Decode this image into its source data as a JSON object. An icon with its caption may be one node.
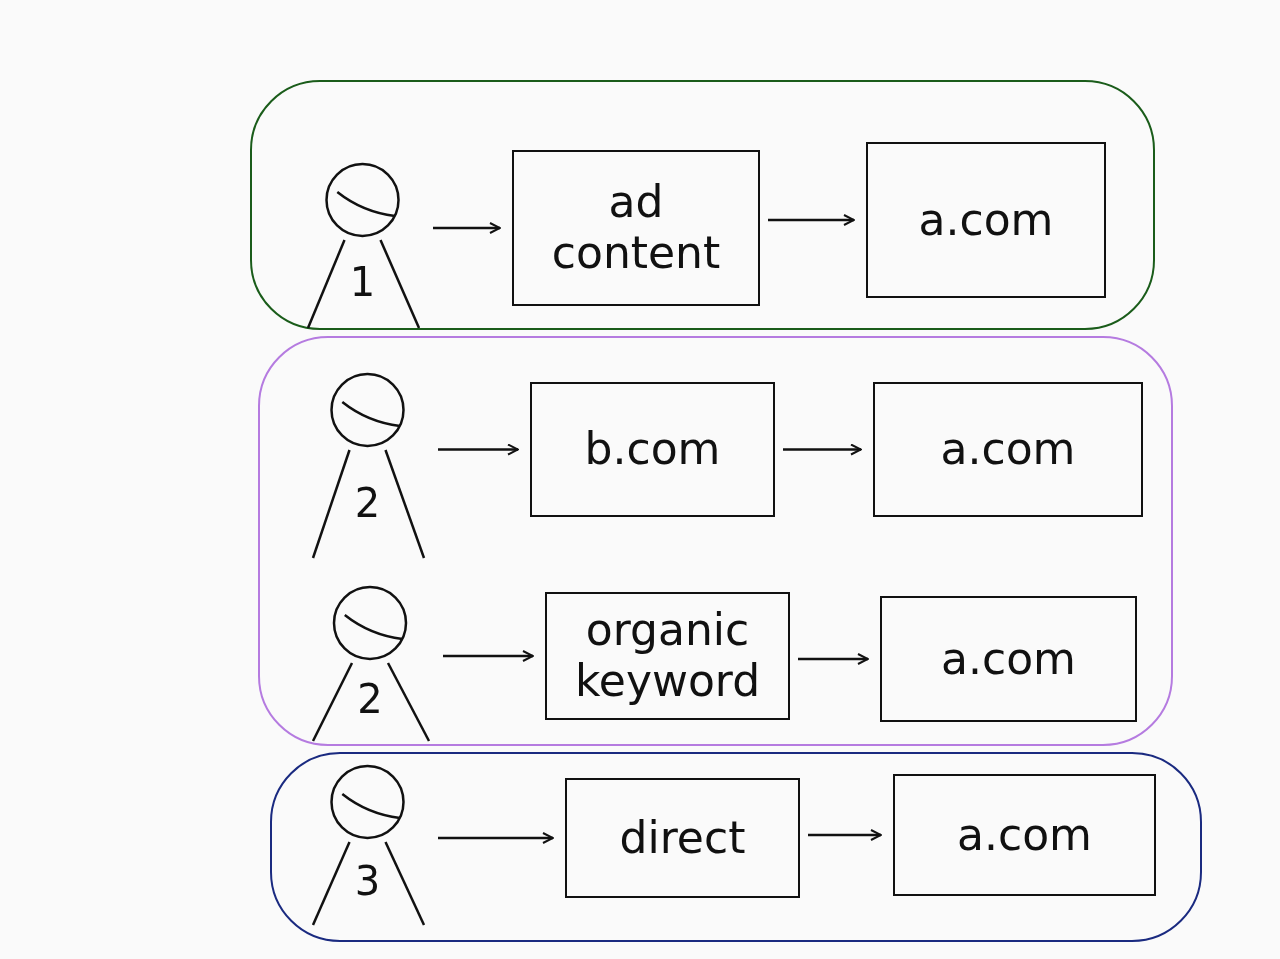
{
  "diagram": {
    "nodes": [
      {
        "text": [],
        "shape": "box"
      },
      {
        "text": [
          "1"
        ],
        "in": 0
      },
      {
        "text": [
          "ad content"
        ],
        "in": 0
      },
      {
        "text": [
          "a.com"
        ],
        "in": 0
      },
      {
        "text": [],
        "shape": "box"
      },
      {
        "text": [
          "2"
        ],
        "in": 4
      },
      {
        "text": [
          "b.com"
        ],
        "in": 4
      },
      {
        "text": [
          "a.com"
        ],
        "in": 4
      },
      {
        "text": [
          "2"
        ],
        "in": 4
      },
      {
        "text": [
          "organic keyword"
        ],
        "in": 4
      },
      {
        "text": [
          "a.com"
        ],
        "in": 4
      },
      {
        "text": [],
        "shape": "box"
      },
      {
        "text": [
          "3"
        ],
        "in": 11
      },
      {
        "text": [
          "direct"
        ],
        "in": 11
      },
      {
        "text": [
          "a.com"
        ],
        "in": 11
      }
    ],
    "edges": [
      {
        "from": 1,
        "to": 2,
        "arrow": "to"
      },
      {
        "from": 2,
        "to": 3,
        "arrow": "to"
      },
      {
        "from": 5,
        "to": 6,
        "arrow": "to"
      },
      {
        "from": 6,
        "to": 7,
        "arrow": "to"
      },
      {
        "from": 8,
        "to": 9,
        "arrow": "to"
      },
      {
        "from": 9,
        "to": 10,
        "arrow": "to"
      },
      {
        "from": 12,
        "to": 13,
        "arrow": "to"
      },
      {
        "from": 13,
        "to": 14,
        "arrow": "to"
      }
    ]
  }
}
